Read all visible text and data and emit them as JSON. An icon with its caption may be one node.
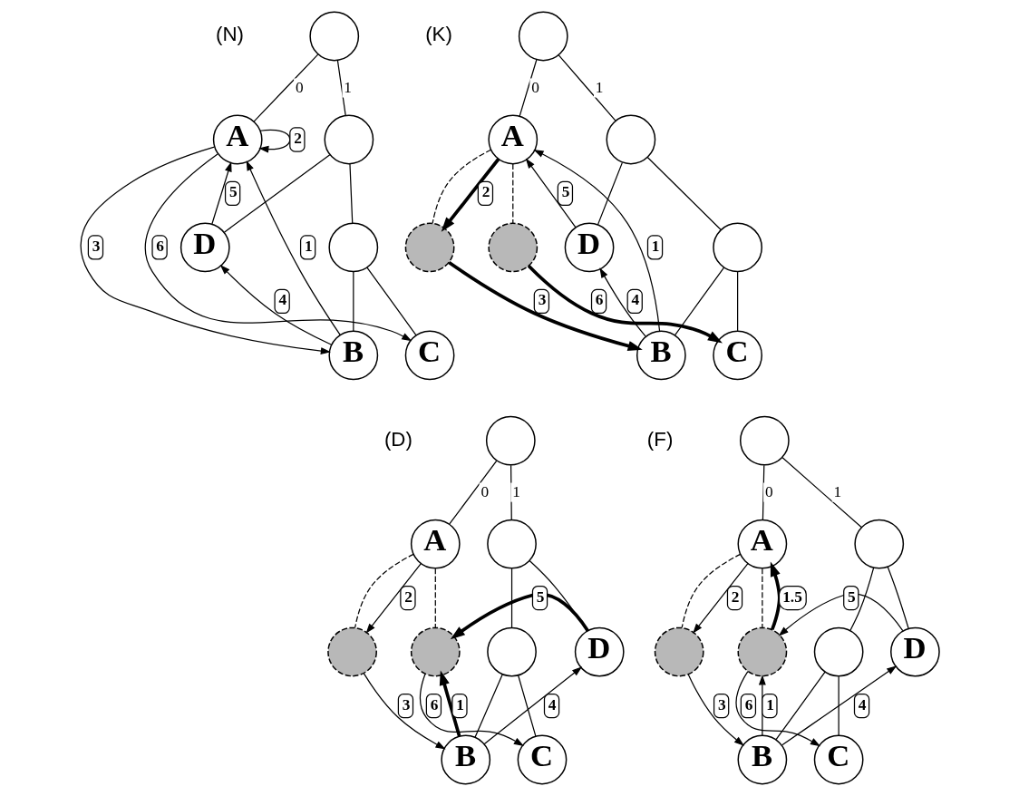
{
  "diagram": {
    "nodes": [
      {
        "text": [],
        "shape": "circle"
      },
      {
        "text": [
          "A"
        ]
      },
      {
        "text": [],
        "shape": "circle"
      },
      {
        "text": [],
        "shape": "circle"
      },
      {
        "text": [
          "D"
        ]
      },
      {
        "text": [
          "B"
        ]
      },
      {
        "text": [
          "C"
        ]
      },
      {
        "text": [],
        "shape": "circle"
      },
      {
        "text": [
          "A"
        ]
      },
      {
        "text": [],
        "shape": "circle"
      },
      {
        "text": [],
        "shape": "circle"
      },
      {
        "text": [],
        "shape": "circle"
      },
      {
        "text": [],
        "shape": "circle"
      },
      {
        "text": [
          "D"
        ]
      },
      {
        "text": [
          "B"
        ]
      },
      {
        "text": [
          "C"
        ]
      },
      {
        "text": [],
        "shape": "circle"
      },
      {
        "text": [
          "A"
        ]
      },
      {
        "text": [],
        "shape": "circle"
      },
      {
        "text": [],
        "shape": "circle"
      },
      {
        "text": [],
        "shape": "circle"
      },
      {
        "text": [],
        "shape": "circle"
      },
      {
        "text": [
          "D"
        ]
      },
      {
        "text": [
          "B"
        ]
      },
      {
        "text": [
          "C"
        ]
      },
      {
        "text": [],
        "shape": "circle"
      },
      {
        "text": [
          "A"
        ]
      },
      {
        "text": [],
        "shape": "circle"
      },
      {
        "text": [],
        "shape": "circle"
      },
      {
        "text": [],
        "shape": "circle"
      },
      {
        "text": [],
        "shape": "circle"
      },
      {
        "text": [
          "D"
        ]
      },
      {
        "text": [
          "B"
        ]
      },
      {
        "text": [
          "C"
        ]
      }
    ],
    "edges": [
      {
        "from": 0,
        "to": 1,
        "arrow": "none",
        "label": "0"
      },
      {
        "from": 0,
        "to": 2,
        "arrow": "none",
        "label": "1"
      },
      {
        "from": 2,
        "to": 3,
        "arrow": "none"
      },
      {
        "from": 2,
        "to": 4,
        "arrow": "none"
      },
      {
        "from": 3,
        "to": 5,
        "arrow": "none"
      },
      {
        "from": 3,
        "to": 6,
        "arrow": "none"
      },
      {
        "from": 1,
        "to": 1,
        "arrow": "to",
        "label": "2"
      },
      {
        "from": 4,
        "to": 1,
        "arrow": "to",
        "label": "5"
      },
      {
        "from": 5,
        "to": 1,
        "arrow": "to",
        "label": "1"
      },
      {
        "from": 1,
        "to": 5,
        "arrow": "to",
        "label": "3"
      },
      {
        "from": 1,
        "to": 6,
        "arrow": "to",
        "label": "6"
      },
      {
        "from": 5,
        "to": 4,
        "arrow": "to",
        "label": "4"
      },
      {
        "from": 7,
        "to": 8,
        "arrow": "none",
        "label": "0"
      },
      {
        "from": 7,
        "to": 9,
        "arrow": "none",
        "label": "1"
      },
      {
        "from": 8,
        "to": 10,
        "arrow": "none",
        "style": "dashed"
      },
      {
        "from": 8,
        "to": 11,
        "arrow": "none",
        "style": "dashed"
      },
      {
        "from": 9,
        "to": 12,
        "arrow": "none"
      },
      {
        "from": 9,
        "to": 13,
        "arrow": "none"
      },
      {
        "from": 12,
        "to": 14,
        "arrow": "none"
      },
      {
        "from": 12,
        "to": 15,
        "arrow": "none"
      },
      {
        "from": 8,
        "to": 10,
        "arrow": "to",
        "label": "2",
        "style": "thick"
      },
      {
        "from": 10,
        "to": 14,
        "arrow": "to",
        "label": "3",
        "style": "thick"
      },
      {
        "from": 11,
        "to": 15,
        "arrow": "to",
        "label": "6",
        "style": "thick"
      },
      {
        "from": 14,
        "to": 8,
        "arrow": "to",
        "label": "1"
      },
      {
        "from": 13,
        "to": 8,
        "arrow": "to",
        "label": "5"
      },
      {
        "from": 14,
        "to": 13,
        "arrow": "to",
        "label": "4"
      },
      {
        "from": 16,
        "to": 17,
        "arrow": "none",
        "label": "0"
      },
      {
        "from": 16,
        "to": 18,
        "arrow": "none",
        "label": "1"
      },
      {
        "from": 17,
        "to": 19,
        "arrow": "none",
        "style": "dashed"
      },
      {
        "from": 17,
        "to": 20,
        "arrow": "none",
        "style": "dashed"
      },
      {
        "from": 18,
        "to": 21,
        "arrow": "none"
      },
      {
        "from": 18,
        "to": 22,
        "arrow": "none"
      },
      {
        "from": 21,
        "to": 23,
        "arrow": "none"
      },
      {
        "from": 21,
        "to": 24,
        "arrow": "none"
      },
      {
        "from": 17,
        "to": 19,
        "arrow": "to",
        "label": "2"
      },
      {
        "from": 19,
        "to": 23,
        "arrow": "to",
        "label": "3"
      },
      {
        "from": 22,
        "to": 20,
        "arrow": "to",
        "label": "5",
        "style": "thick"
      },
      {
        "from": 23,
        "to": 20,
        "arrow": "to",
        "label": "1",
        "style": "thick"
      },
      {
        "from": 20,
        "to": 24,
        "arrow": "to",
        "label": "6"
      },
      {
        "from": 23,
        "to": 22,
        "arrow": "to",
        "label": "4"
      },
      {
        "from": 25,
        "to": 26,
        "arrow": "none",
        "label": "0"
      },
      {
        "from": 25,
        "to": 27,
        "arrow": "none",
        "label": "1"
      },
      {
        "from": 26,
        "to": 28,
        "arrow": "none",
        "style": "dashed"
      },
      {
        "from": 26,
        "to": 29,
        "arrow": "none",
        "style": "dashed"
      },
      {
        "from": 27,
        "to": 30,
        "arrow": "none"
      },
      {
        "from": 27,
        "to": 31,
        "arrow": "none"
      },
      {
        "from": 30,
        "to": 32,
        "arrow": "none"
      },
      {
        "from": 30,
        "to": 33,
        "arrow": "none"
      },
      {
        "from": 26,
        "to": 28,
        "arrow": "to",
        "label": "2"
      },
      {
        "from": 28,
        "to": 32,
        "arrow": "to",
        "label": "3"
      },
      {
        "from": 29,
        "to": 26,
        "arrow": "to",
        "label": "1.5",
        "style": "thick"
      },
      {
        "from": 32,
        "to": 29,
        "arrow": "to",
        "label": "1"
      },
      {
        "from": 31,
        "to": 29,
        "arrow": "to",
        "label": "5"
      },
      {
        "from": 29,
        "to": 33,
        "arrow": "to",
        "label": "6"
      },
      {
        "from": 32,
        "to": 31,
        "arrow": "to",
        "label": "4"
      }
    ],
    "labels": [
      "(N)",
      "(K)",
      "(D)",
      "(F)"
    ]
  }
}
